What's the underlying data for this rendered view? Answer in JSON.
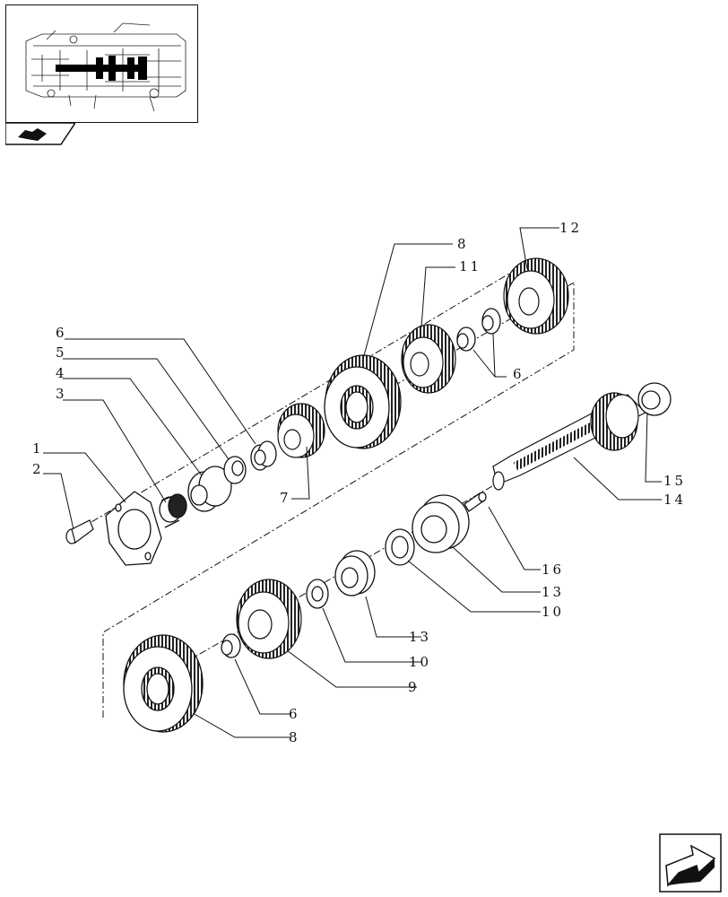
{
  "page": {
    "background": "#ffffff",
    "line_color": "#111111"
  },
  "thumbnail": {
    "icon": "transmission-locator-thumbnail",
    "highlight_color": "#000000"
  },
  "section_tab": {
    "icon": "book-open-icon"
  },
  "callouts": [
    {
      "id": "c1",
      "text": "1"
    },
    {
      "id": "c2",
      "text": "2"
    },
    {
      "id": "c3",
      "text": "3"
    },
    {
      "id": "c4",
      "text": "4"
    },
    {
      "id": "c5",
      "text": "5"
    },
    {
      "id": "c6a",
      "text": "6"
    },
    {
      "id": "c6b",
      "text": "6"
    },
    {
      "id": "c6c",
      "text": "6"
    },
    {
      "id": "c7",
      "text": "7"
    },
    {
      "id": "c8a",
      "text": "8"
    },
    {
      "id": "c8b",
      "text": "8"
    },
    {
      "id": "c9",
      "text": "9"
    },
    {
      "id": "c10a",
      "text": "10"
    },
    {
      "id": "c10b",
      "text": "10"
    },
    {
      "id": "c11",
      "text": "11"
    },
    {
      "id": "c12",
      "text": "12"
    },
    {
      "id": "c13a",
      "text": "13"
    },
    {
      "id": "c13b",
      "text": "13"
    },
    {
      "id": "c14",
      "text": "14"
    },
    {
      "id": "c15",
      "text": "15"
    },
    {
      "id": "c16",
      "text": "16"
    }
  ],
  "nav": {
    "icon": "next-page-arrow-icon"
  }
}
